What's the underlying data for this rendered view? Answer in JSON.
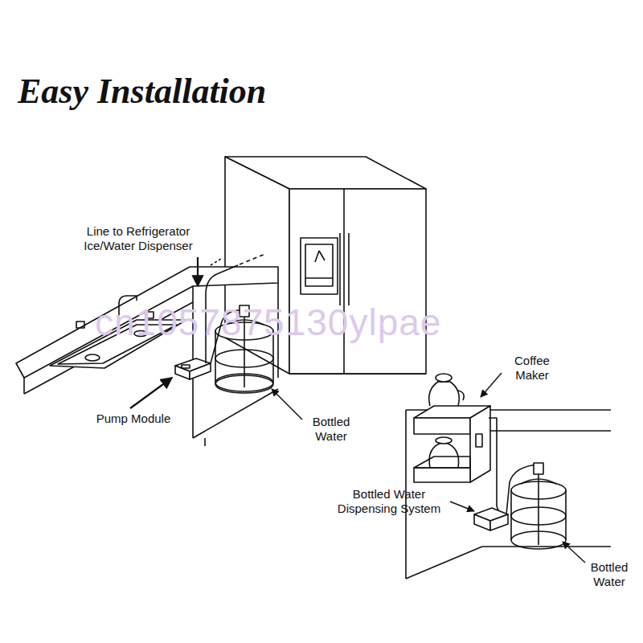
{
  "diagram": {
    "title": "Easy Installation",
    "labels": [
      "Line to Refrigerator Ice/Water Dispenser",
      "Pump Module",
      "Bottled Water",
      "Coffee Maker",
      "Bottled Water Dispensing System",
      "Bottled Water",
      "cn1057875130ylpae"
    ]
  }
}
